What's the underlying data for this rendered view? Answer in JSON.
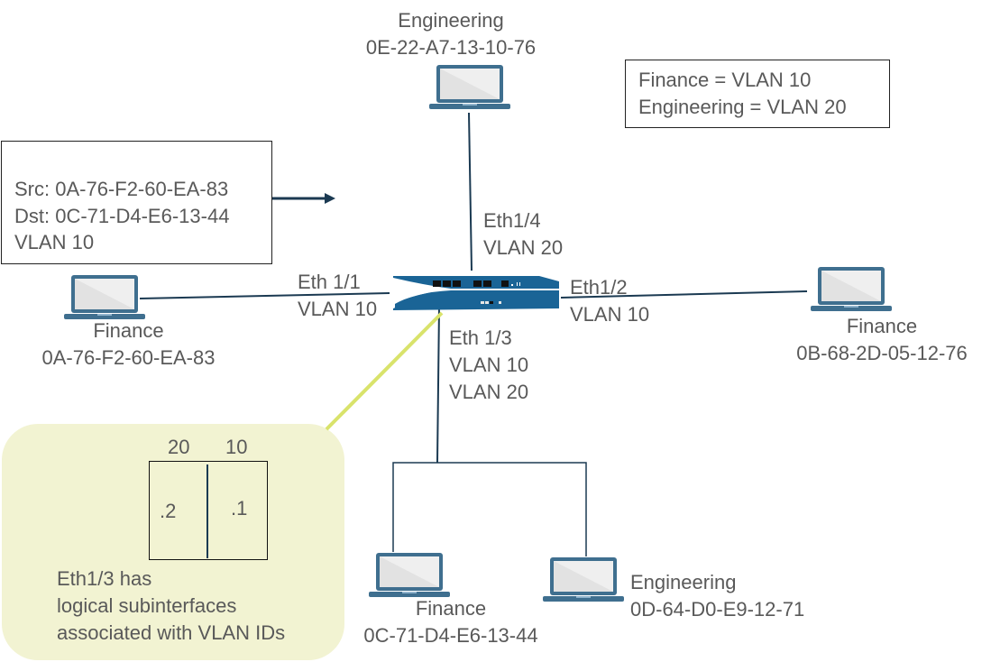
{
  "legend": {
    "lines": [
      "Finance = VLAN 10",
      "Engineering = VLAN 20"
    ]
  },
  "packet": {
    "lines": [
      "Src: 0A-76-F2-60-EA-83",
      "Dst: 0C-71-D4-E6-13-44",
      "VLAN 10"
    ],
    "arrow": "arrow-right-icon"
  },
  "hosts": [
    {
      "id": "eng-top",
      "dept": "Engineering",
      "mac": "0E-22-A7-13-10-76"
    },
    {
      "id": "fin-left",
      "dept": "Finance",
      "mac": "0A-76-F2-60-EA-83"
    },
    {
      "id": "fin-right",
      "dept": "Finance",
      "mac": "0B-68-2D-05-12-76"
    },
    {
      "id": "fin-bottom",
      "dept": "Finance",
      "mac": "0C-71-D4-E6-13-44"
    },
    {
      "id": "eng-bottom",
      "dept": "Engineering",
      "mac": "0D-64-D0-E9-12-71"
    }
  ],
  "interfaces": {
    "eth1_1": {
      "name": "Eth 1/1",
      "vlans": [
        "VLAN 10"
      ]
    },
    "eth1_2": {
      "name": "Eth1/2",
      "vlans": [
        "VLAN 10"
      ]
    },
    "eth1_3": {
      "name": "Eth 1/3",
      "vlans": [
        "VLAN 10",
        "VLAN 20"
      ]
    },
    "eth1_4": {
      "name": "Eth1/4",
      "vlans": [
        "VLAN 20"
      ]
    }
  },
  "callout": {
    "vlan_left": "20",
    "vlan_right": "10",
    "sub_left": ".2",
    "sub_right": ".1",
    "description": [
      "Eth1/3 has",
      "logical subinterfaces",
      "associated with VLAN IDs"
    ]
  },
  "colors": {
    "wire": "#1b3a52",
    "device": "#1a6496",
    "callout_bg": "#f2f3d2",
    "callout_pointer": "#d9e36b",
    "laptop_frame": "#3f6f8f"
  }
}
